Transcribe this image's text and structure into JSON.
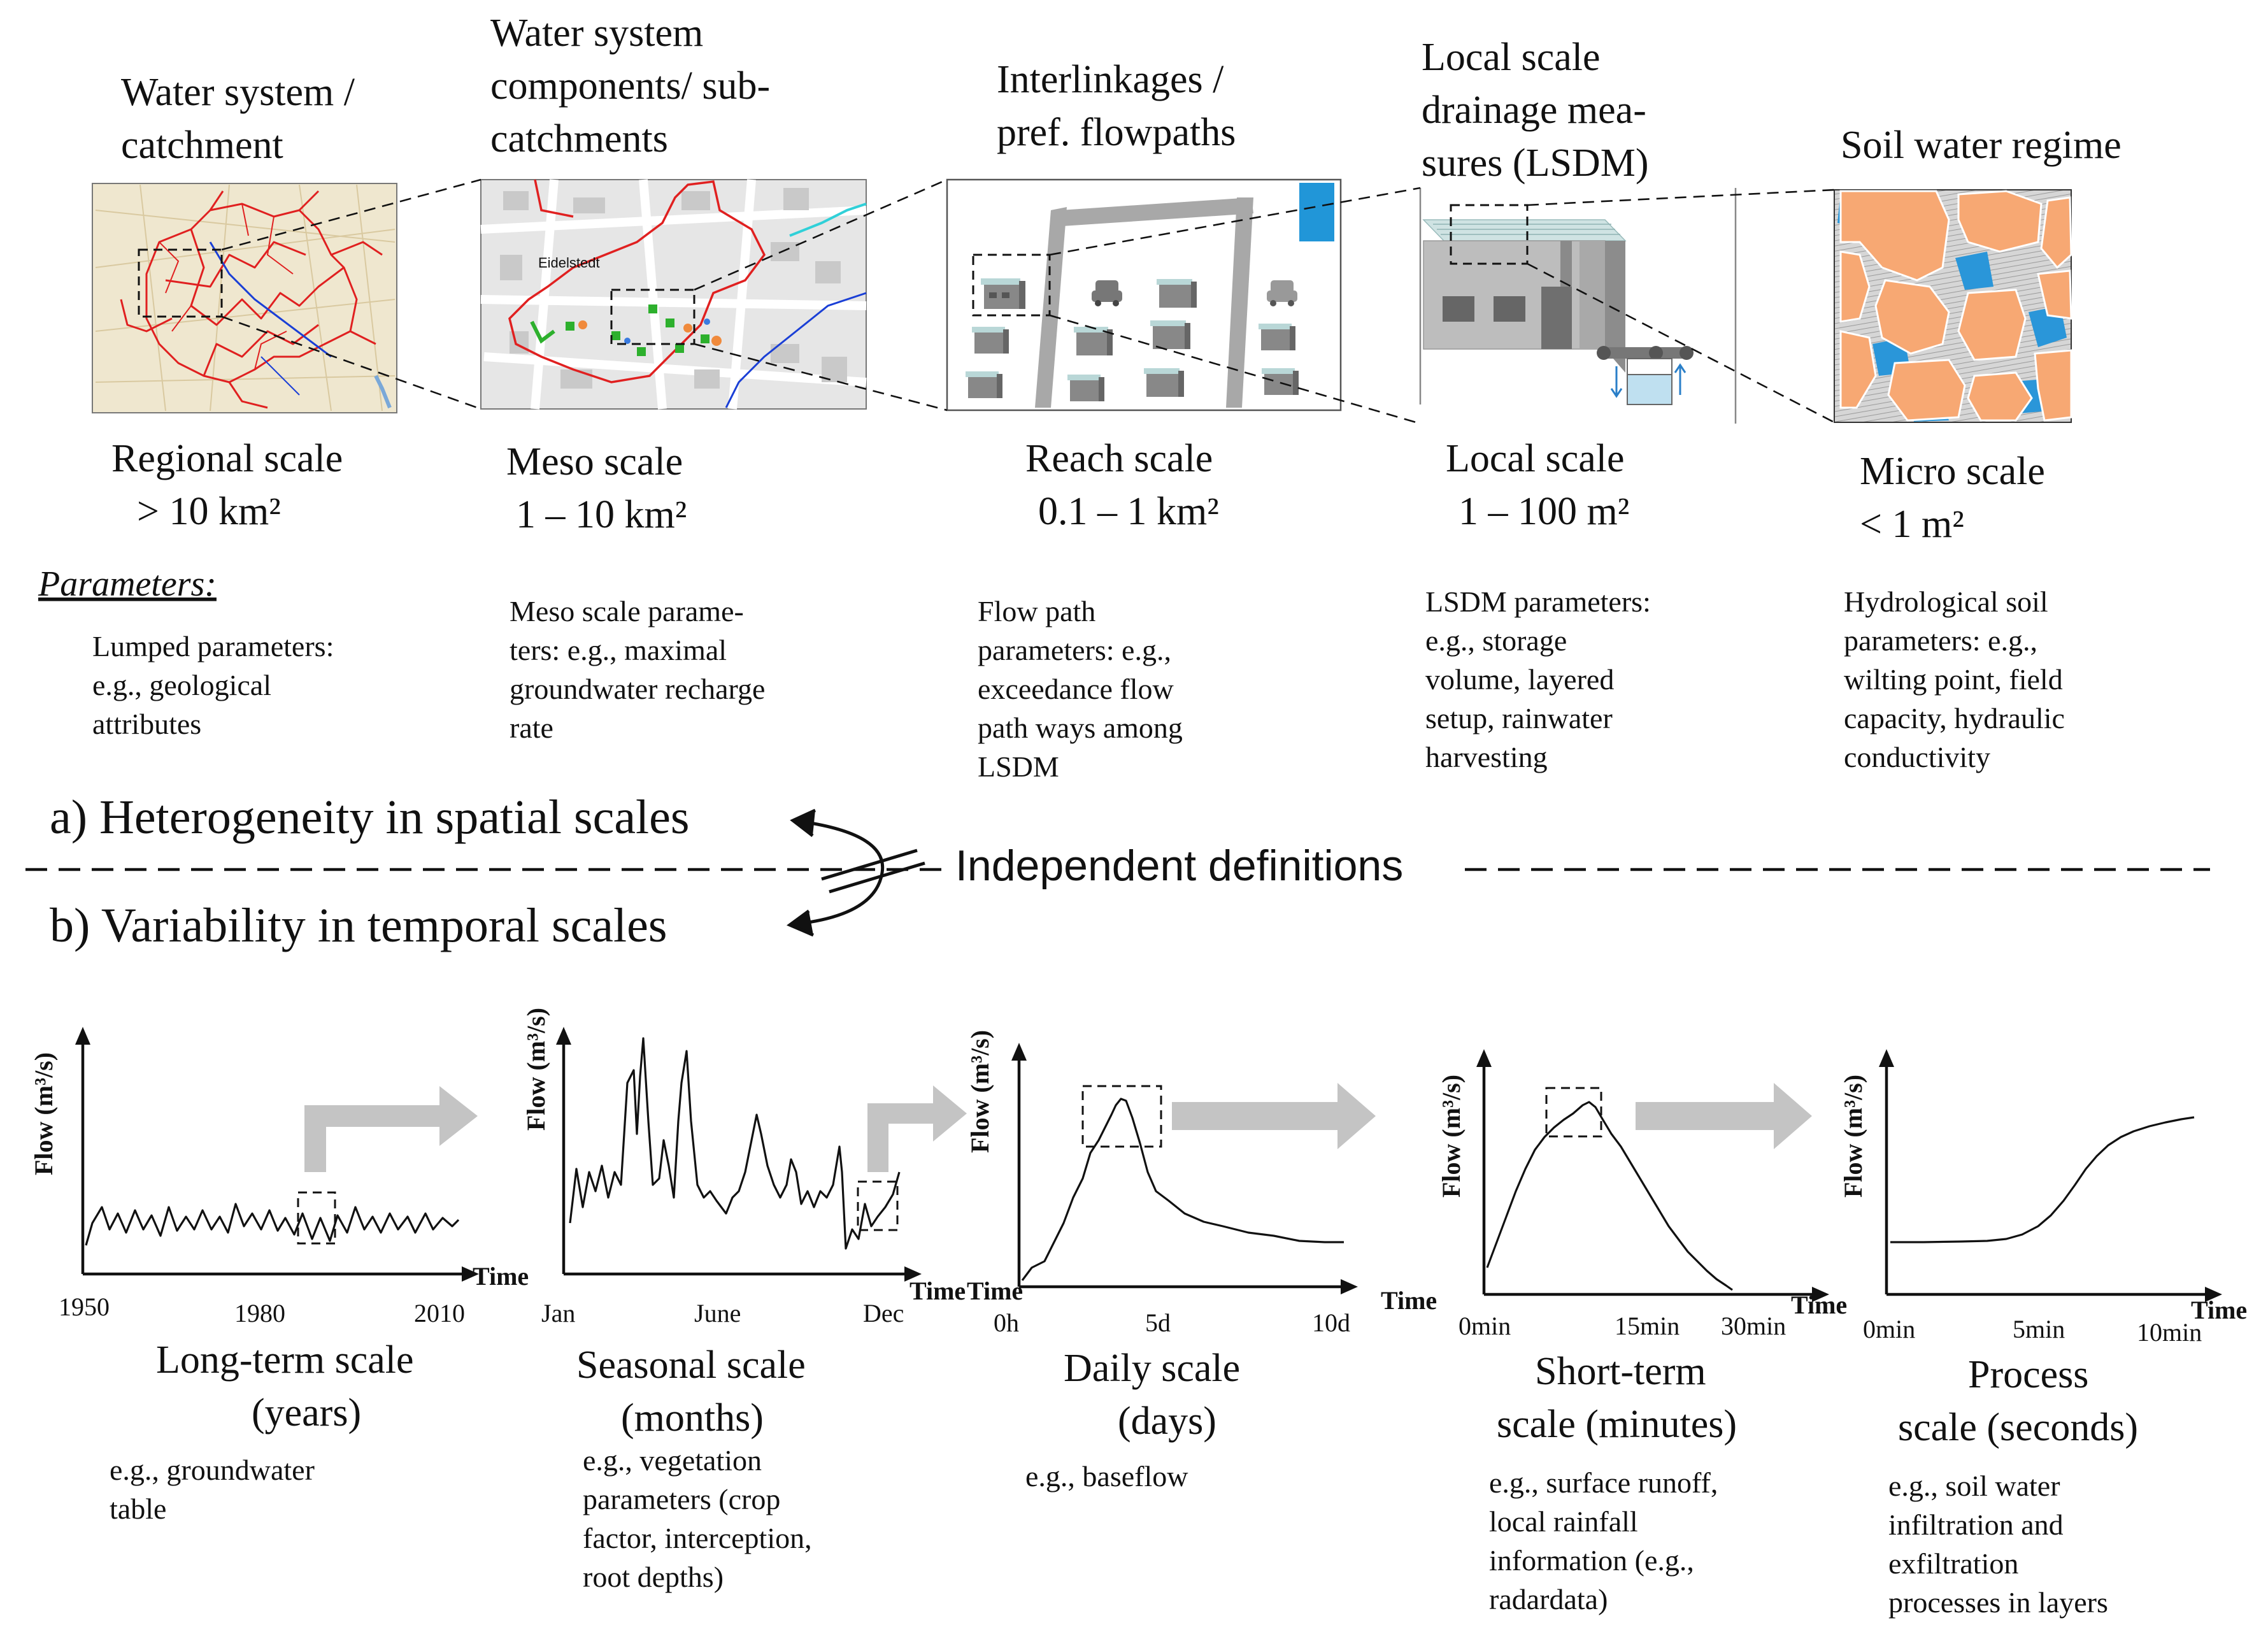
{
  "spatial": {
    "panels": [
      {
        "title": [
          "Water system /",
          "catchment"
        ],
        "scale": [
          "Regional scale",
          "> 10 km²"
        ],
        "params": [
          "Lumped parameters:",
          "e.g., geological",
          "attributes"
        ]
      },
      {
        "title": [
          "Water system",
          "components/ sub-",
          "catchments"
        ],
        "scale": [
          "Meso scale",
          "1 – 10 km²"
        ],
        "params": [
          "Meso scale parame-",
          "ters: e.g.,  maximal",
          "groundwater recharge",
          "rate"
        ]
      },
      {
        "title": [
          "Interlinkages /",
          "pref. flowpaths"
        ],
        "scale": [
          "Reach scale",
          "0.1 – 1 km²"
        ],
        "params": [
          "Flow path",
          "parameters: e.g.,",
          "exceedance  flow",
          "path ways among",
          "LSDM"
        ]
      },
      {
        "title": [
          "Local scale",
          "drainage mea-",
          "sures (LSDM)"
        ],
        "scale": [
          "Local scale",
          "1 – 100 m²"
        ],
        "params": [
          "LSDM parameters:",
          "e.g., storage",
          "volume, layered",
          "setup, rainwater",
          "harvesting"
        ]
      },
      {
        "title": [
          "Soil water regime"
        ],
        "scale": [
          "Micro scale",
          "< 1 m²"
        ],
        "params": [
          "Hydrological soil",
          "parameters: e.g.,",
          "wilting point, field",
          "capacity, hydraulic",
          "conductivity"
        ]
      }
    ],
    "parameters_label": "Parameters:",
    "map_label": "Eidelstedt"
  },
  "divider": {
    "a_label": "a) Heterogeneity in spatial scales",
    "b_label": "b) Variability in temporal scales",
    "center_label": "Independent definitions"
  },
  "temporal": {
    "y_label": "Flow (m³/s)",
    "x_label": "Time",
    "panels": [
      {
        "ticks": [
          "1950",
          "1980",
          "2010"
        ],
        "scale": [
          "Long-term scale",
          "(years)"
        ],
        "params": [
          "e.g., groundwater",
          "table"
        ]
      },
      {
        "ticks": [
          "Jan",
          "June",
          "Dec"
        ],
        "scale": [
          "Seasonal scale",
          "(months)"
        ],
        "params": [
          "e.g., vegetation",
          "parameters (crop",
          "factor, interception,",
          "root depths)"
        ]
      },
      {
        "ticks": [
          "0h",
          "5d",
          "10d"
        ],
        "scale": [
          "Daily scale",
          "(days)"
        ],
        "params": [
          "e.g., baseflow"
        ]
      },
      {
        "ticks": [
          "0min",
          "15min",
          "30min"
        ],
        "scale": [
          "Short-term",
          "scale (minutes)"
        ],
        "params": [
          "e.g., surface runoff,",
          "local rainfall",
          "information (e.g.,",
          "radardata)"
        ]
      },
      {
        "ticks": [
          "0min",
          "5min",
          "10min"
        ],
        "scale": [
          "Process",
          "scale (seconds)"
        ],
        "params": [
          "e.g., soil water",
          "infiltration and",
          "exfiltration",
          "processes in layers"
        ]
      }
    ]
  },
  "colors": {
    "map_background": "#efe7cf",
    "catchment_red": "#e02020",
    "river_blue": "#1a3fd6",
    "stream_cyan": "#30d0d8",
    "soil_orange": "#f7a873",
    "pore_blue": "#2a96d9",
    "arrow_gray": "#c4c4c4"
  }
}
